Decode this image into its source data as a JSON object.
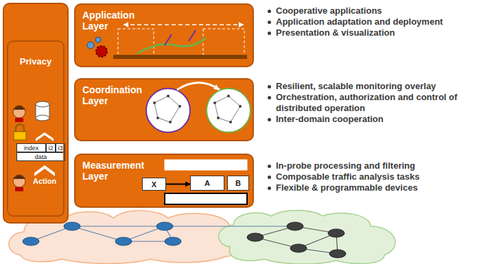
{
  "diagram": {
    "nodes": [
      {
        "text": [
          "Privacy"
        ]
      },
      {
        "text": [
          "index"
        ],
        "in": 0
      },
      {
        "text": [
          "i2"
        ],
        "in": 0
      },
      {
        "text": [
          "i3"
        ],
        "in": 0
      },
      {
        "text": [
          "data"
        ],
        "in": 0
      },
      {
        "text": [
          "Application Layer"
        ]
      },
      {
        "text": [
          "Coordination Layer"
        ]
      },
      {
        "text": [
          "Measurement Layer"
        ]
      },
      {
        "text": [
          "X"
        ],
        "in": 7
      },
      {
        "text": [
          "A"
        ],
        "in": 7
      },
      {
        "text": [
          "B"
        ],
        "in": 7
      }
    ],
    "edges": [
      {
        "from": 8,
        "to": 9,
        "arrow": "to"
      }
    ],
    "labels": [
      "Action",
      "Cooperative applications",
      "Application adaptation and deployment",
      "Presentation & visualization",
      "Resilient, scalable monitoring overlay",
      "Orchestration, authorization and control of distributed operation",
      "Inter-domain cooperation",
      "In-probe processing and filtering",
      "Composable traffic analysis tasks",
      "Flexible & programmable devices"
    ]
  }
}
